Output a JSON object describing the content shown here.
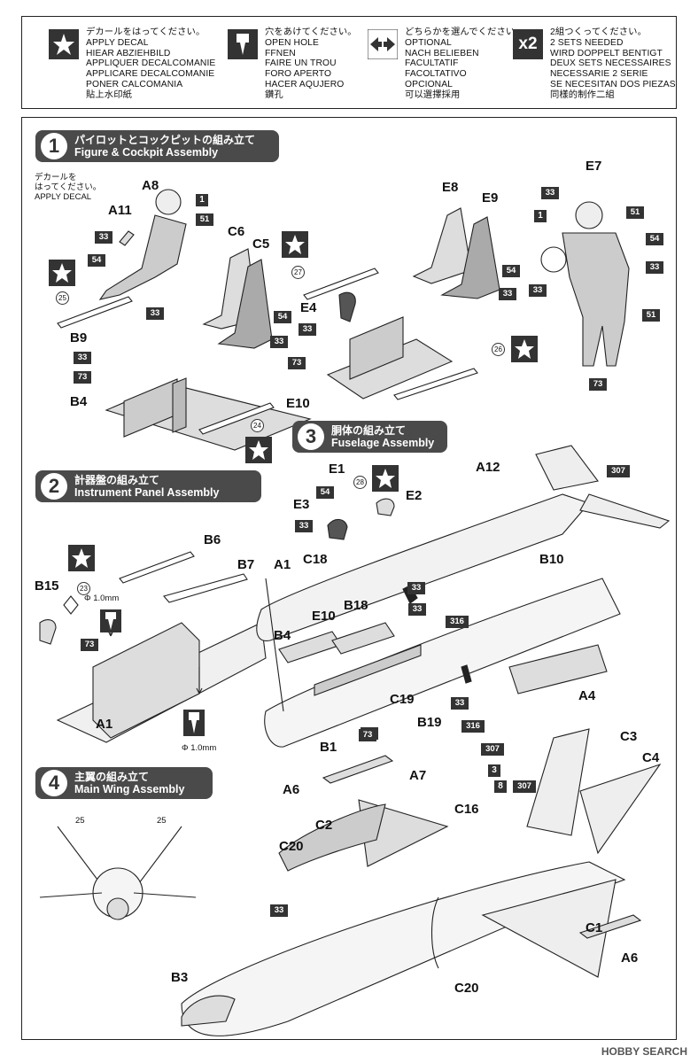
{
  "legend": {
    "decal": {
      "icon": "star-icon",
      "lines": [
        "デカールをはってください。",
        "APPLY DECAL",
        "HIEAR ABZIEHBILD",
        "APPLIQUER DECALCOMANIE",
        "APPLICARE DECALCOMANIE",
        "PONER CALCOMANIA",
        "貼上水印紙"
      ]
    },
    "hole": {
      "icon": "drill-icon",
      "lines": [
        "穴をあけてください。",
        "OPEN HOLE",
        "FFNEN",
        "FAIRE UN TROU",
        "FORO APERTO",
        "HACER AQUJERO",
        "鑽孔"
      ]
    },
    "optional": {
      "icon": "double-arrow-icon",
      "lines": [
        "どちらかを選んでください。",
        "OPTIONAL",
        "NACH BELIEBEN",
        "FACULTATIF",
        "FACOLTATIVO",
        "OPCIONAL",
        "可以選擇採用"
      ]
    },
    "two_sets": {
      "icon": "x2-icon",
      "badge": "x2",
      "lines": [
        "2組つくってください。",
        "2 SETS NEEDED",
        "WIRD DOPPELT BENTIGT",
        "DEUX SETS NECESSAIRES",
        "NECESSARIE 2 SERIE",
        "SE NECESITAN DOS PIEZAS",
        "同樣的制作二組"
      ]
    }
  },
  "steps": {
    "s1": {
      "num": "1",
      "jp": "パイロットとコックピットの組み立て",
      "en": "Figure & Cockpit Assembly"
    },
    "s2": {
      "num": "2",
      "jp": "計器盤の組み立て",
      "en": "Instrument Panel Assembly"
    },
    "s3": {
      "num": "3",
      "jp": "胴体の組み立て",
      "en": "Fuselage Assembly"
    },
    "s4": {
      "num": "4",
      "jp": "主翼の組み立て",
      "en": "Main Wing Assembly"
    }
  },
  "apply_note": [
    "デカールを",
    "はってください。",
    "APPLY DECAL"
  ],
  "parts": [
    "A8",
    "A11",
    "C6",
    "C5",
    "B9",
    "B4",
    "E8",
    "E9",
    "E4",
    "E10",
    "E7",
    "E1",
    "E3",
    "E2",
    "A12",
    "C18",
    "A1",
    "B10",
    "B18",
    "B4",
    "E10",
    "B1",
    "C19",
    "B19",
    "A4",
    "B6",
    "B7",
    "B15",
    "A1",
    "A6",
    "C2",
    "C20",
    "C3",
    "C4",
    "A7",
    "C16",
    "C1",
    "A6",
    "C20",
    "B3"
  ],
  "decals": [
    "1",
    "51",
    "33",
    "54",
    "33",
    "54",
    "33",
    "33",
    "73",
    "33",
    "73",
    "33",
    "54",
    "33",
    "33",
    "73",
    "1",
    "51",
    "54",
    "33",
    "51",
    "54",
    "33",
    "73",
    "33",
    "307",
    "33",
    "316",
    "73",
    "33",
    "316",
    "73",
    "307",
    "3",
    "8",
    "307",
    "33"
  ],
  "decal_circles": [
    "25",
    "24",
    "27",
    "26",
    "28",
    "23"
  ],
  "hole_sizes": [
    "Φ 1.0mm",
    "Φ 1.0mm"
  ],
  "angles": [
    "25",
    "25"
  ],
  "watermark": "HOBBY SEARCH"
}
